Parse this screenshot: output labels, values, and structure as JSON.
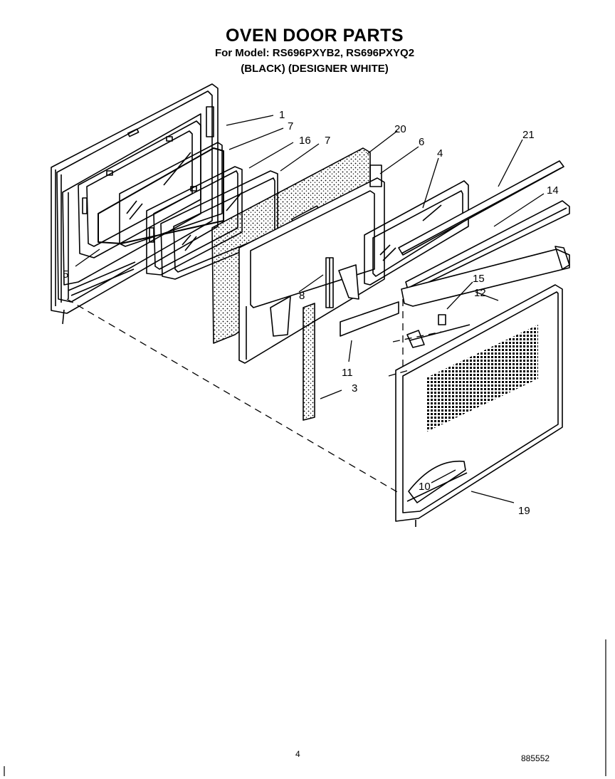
{
  "header": {
    "title": "OVEN DOOR PARTS",
    "models": "For Model: RS696PXYB2, RS696PXYQ2",
    "variants": "(BLACK) (DESIGNER WHITE)"
  },
  "callouts": [
    {
      "id": "c1",
      "text": "1"
    },
    {
      "id": "c7a",
      "text": "7"
    },
    {
      "id": "c16",
      "text": "16"
    },
    {
      "id": "c7b",
      "text": "7"
    },
    {
      "id": "c20",
      "text": "20"
    },
    {
      "id": "c6",
      "text": "6"
    },
    {
      "id": "c4",
      "text": "4"
    },
    {
      "id": "c21",
      "text": "21"
    },
    {
      "id": "c14",
      "text": "14"
    },
    {
      "id": "c5",
      "text": "5"
    },
    {
      "id": "c15",
      "text": "15"
    },
    {
      "id": "c12",
      "text": "12"
    },
    {
      "id": "c8",
      "text": "8"
    },
    {
      "id": "c11",
      "text": "11"
    },
    {
      "id": "c3",
      "text": "3"
    },
    {
      "id": "c10",
      "text": "10"
    },
    {
      "id": "c19",
      "text": "19"
    }
  ],
  "footer": {
    "page_number": "4",
    "doc_number": "885552"
  },
  "colors": {
    "ink": "#000000",
    "paper": "#ffffff"
  }
}
